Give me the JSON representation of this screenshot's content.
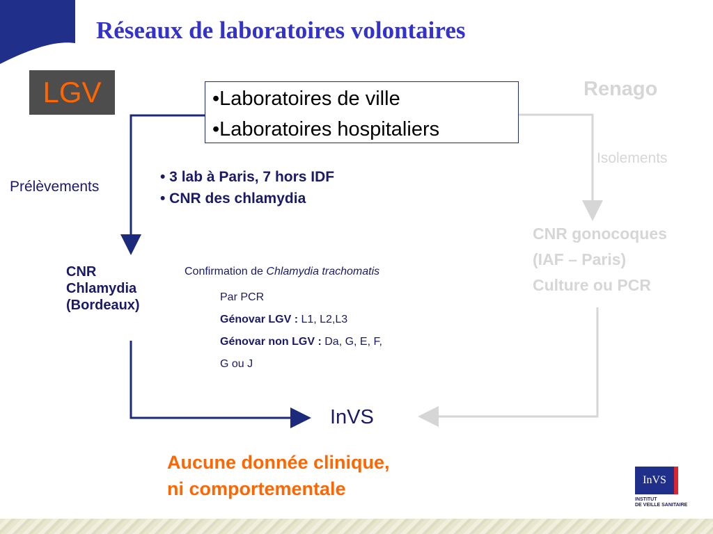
{
  "title": "Réseaux de laboratoires volontaires",
  "lgv_label": "LGV",
  "labs": [
    "•Laboratoires de ville",
    "•Laboratoires  hospitaliers"
  ],
  "renago": "Renago",
  "isolements": "Isolements",
  "prelevements": "Prélèvements",
  "bullets": [
    "• 3 lab à Paris, 7 hors IDF",
    "• CNR des chlamydia"
  ],
  "cnr_chlamydia": [
    "CNR",
    "Chlamydia",
    "(Bordeaux)"
  ],
  "cnr_gonocoques": [
    "CNR gonocoques",
    "(IAF – Paris)",
    "Culture ou PCR"
  ],
  "confirmation": {
    "prefix": "Confirmation de ",
    "organism": "Chlamydia trachomatis"
  },
  "details": {
    "par_pcr": "Par PCR",
    "lgv_label": "Génovar LGV : ",
    "lgv_values": "L1, L2,L3",
    "non_lgv_label": "Génovar non LGV : ",
    "non_lgv_values": "Da, G, E, F,",
    "non_lgv_cont": "G ou J"
  },
  "invs": "InVS",
  "aucune": [
    "Aucune donnée clinique,",
    "ni comportementale"
  ],
  "logo": {
    "mark": "InVS",
    "line1": "INSTITUT",
    "line2": "DE VEILLE SANITAIRE"
  },
  "colors": {
    "title": "#3333cc",
    "accent_orange": "#ff6600",
    "navy": "#1a1a66",
    "faded": "#d6d6d6"
  }
}
